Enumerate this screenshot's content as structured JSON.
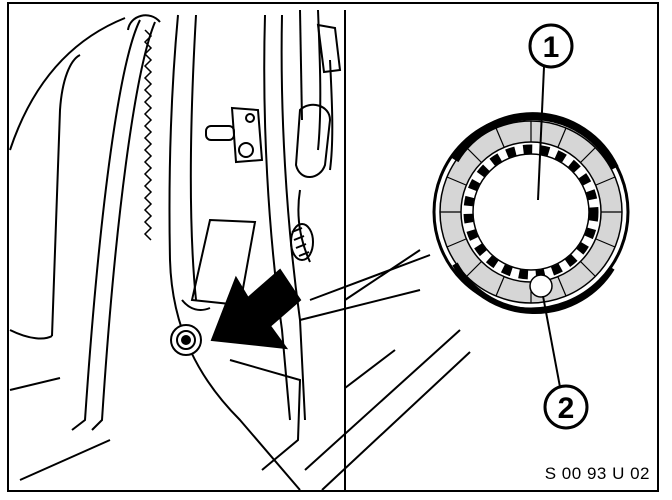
{
  "figure": {
    "reference_code": "S 00 93 U 02",
    "callouts": [
      {
        "id": "1",
        "label": "1"
      },
      {
        "id": "2",
        "label": "2"
      }
    ]
  },
  "icons": {
    "direction_arrow": "arrow-icon",
    "grommet": "grommet-icon",
    "door_striker": "door-striker-icon",
    "detail_disc": "detail-magnifier-icon"
  },
  "colors": {
    "ink": "#000000",
    "paper": "#ffffff",
    "ring_fill": "#d6d6d6"
  }
}
